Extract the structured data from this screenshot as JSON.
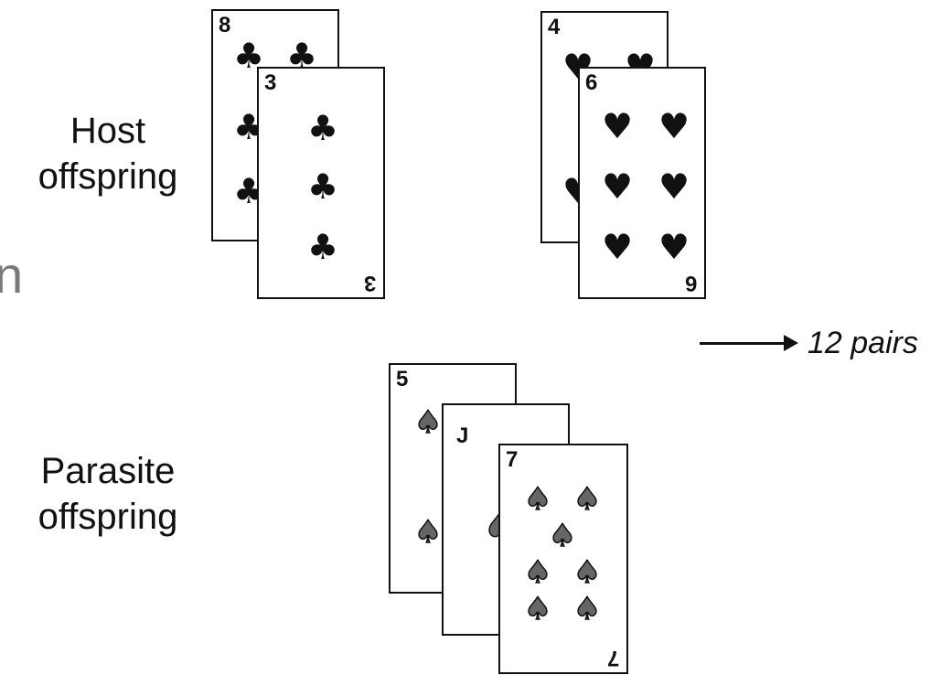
{
  "labels": {
    "host_line1": "Host",
    "host_line2": "offspring",
    "parasite_line1": "Parasite",
    "parasite_line2": "offspring",
    "partial_text": "n"
  },
  "arrow": {
    "text": "12 pairs"
  },
  "suits": {
    "club": "♣",
    "heart": "♥",
    "spade": "♠"
  },
  "cards": {
    "host_clubs_back": {
      "rank": "8",
      "suit": "club"
    },
    "host_clubs_front": {
      "rank": "3",
      "suit": "club"
    },
    "host_hearts_back": {
      "rank": "4",
      "suit": "heart"
    },
    "host_hearts_front": {
      "rank": "6",
      "suit": "heart"
    },
    "parasite_back": {
      "rank": "5",
      "suit": "spade"
    },
    "parasite_middle": {
      "rank": "J",
      "suit": "spade"
    },
    "parasite_front": {
      "rank": "7",
      "suit": "spade"
    }
  },
  "colors": {
    "ink": "#111111",
    "spade_fill": "#666666",
    "partial_text": "#7a7a7a"
  }
}
